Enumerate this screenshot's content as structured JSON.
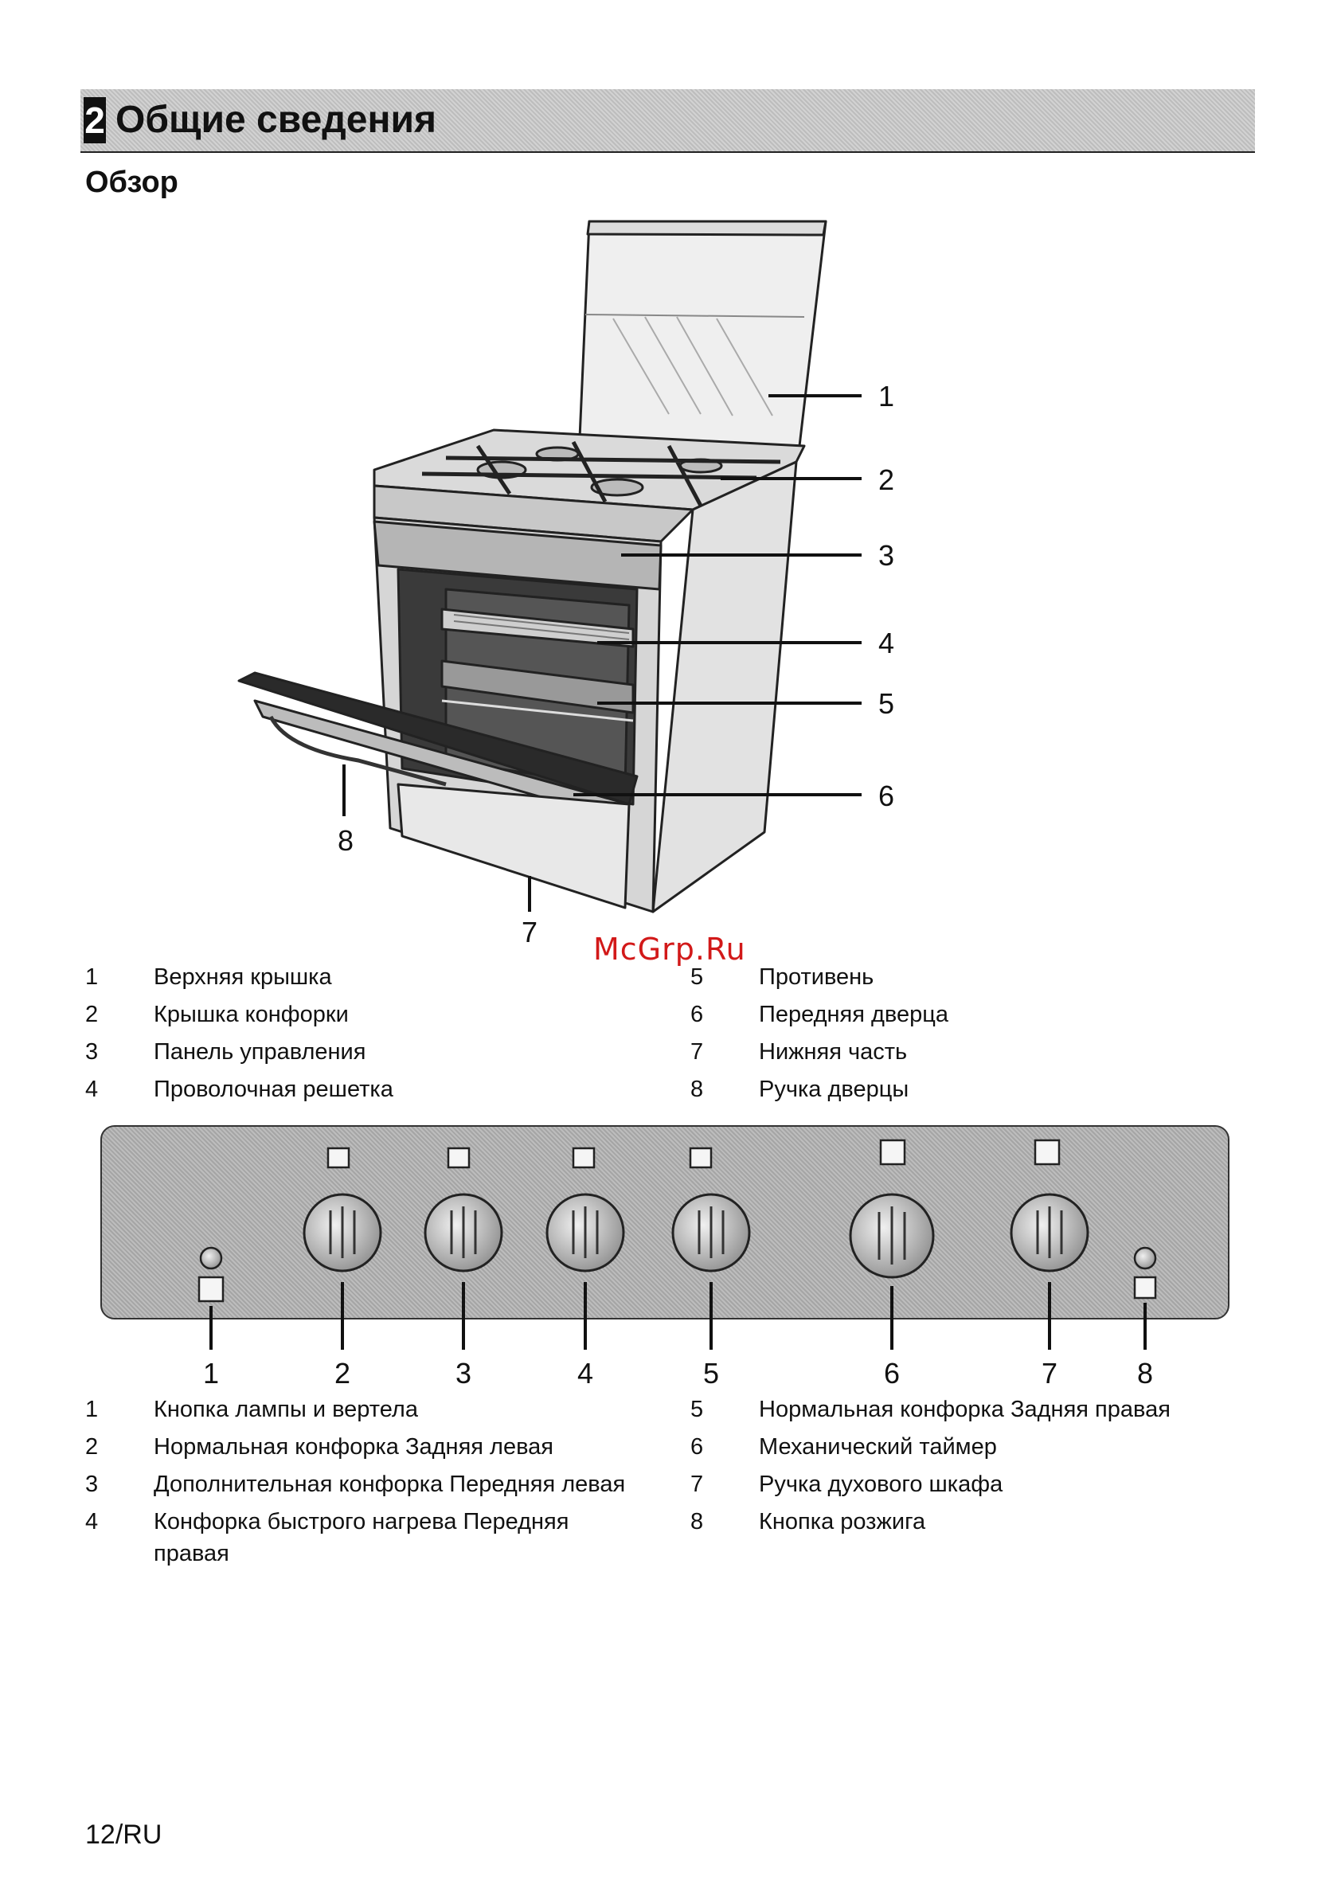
{
  "header": {
    "chapter_number": "2",
    "chapter_title": "Общие сведения"
  },
  "section_title": "Обзор",
  "stove_callouts": [
    "1",
    "2",
    "3",
    "4",
    "5",
    "6",
    "7",
    "8"
  ],
  "stove_legend": {
    "left": [
      {
        "num": "1",
        "text": "Верхняя крышка"
      },
      {
        "num": "2",
        "text": "Крышка конфорки"
      },
      {
        "num": "3",
        "text": "Панель управления"
      },
      {
        "num": "4",
        "text": "Проволочная решетка"
      }
    ],
    "right": [
      {
        "num": "5",
        "text": "Противень"
      },
      {
        "num": "6",
        "text": "Передняя дверца"
      },
      {
        "num": "7",
        "text": "Нижняя часть"
      },
      {
        "num": "8",
        "text": "Ручка дверцы"
      }
    ]
  },
  "watermark": "McGrp.Ru",
  "panel_callouts": [
    "1",
    "2",
    "3",
    "4",
    "5",
    "6",
    "7",
    "8"
  ],
  "panel_legend": {
    "left": [
      {
        "num": "1",
        "text": "Кнопка лампы и вертела"
      },
      {
        "num": "2",
        "text": "Нормальная конфорка Задняя левая"
      },
      {
        "num": "3",
        "text": "Дополнительная конфорка Передняя левая"
      },
      {
        "num": "4",
        "text": "Конфорка быстрого нагрева Передняя правая"
      }
    ],
    "right": [
      {
        "num": "5",
        "text": "Нормальная конфорка Задняя правая"
      },
      {
        "num": "6",
        "text": "Механический таймер"
      },
      {
        "num": "7",
        "text": "Ручка духового шкафа"
      },
      {
        "num": "8",
        "text": "Кнопка розжига"
      }
    ]
  },
  "page_number": "12/RU"
}
